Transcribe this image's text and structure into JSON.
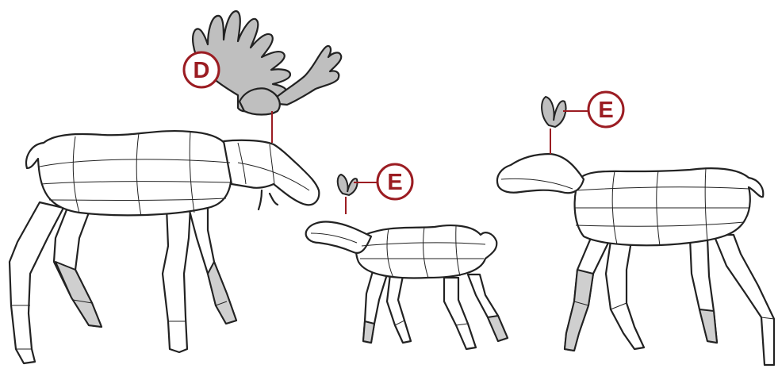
{
  "colors": {
    "accent": "#9b1c22",
    "antler_fill": "#bfbfbf",
    "outline": "#222222",
    "background": "#ffffff"
  },
  "callouts": {
    "adult_antlers": {
      "label": "D"
    },
    "calf_nubs": {
      "label": "E"
    },
    "yearling_nubs": {
      "label": "E"
    }
  }
}
